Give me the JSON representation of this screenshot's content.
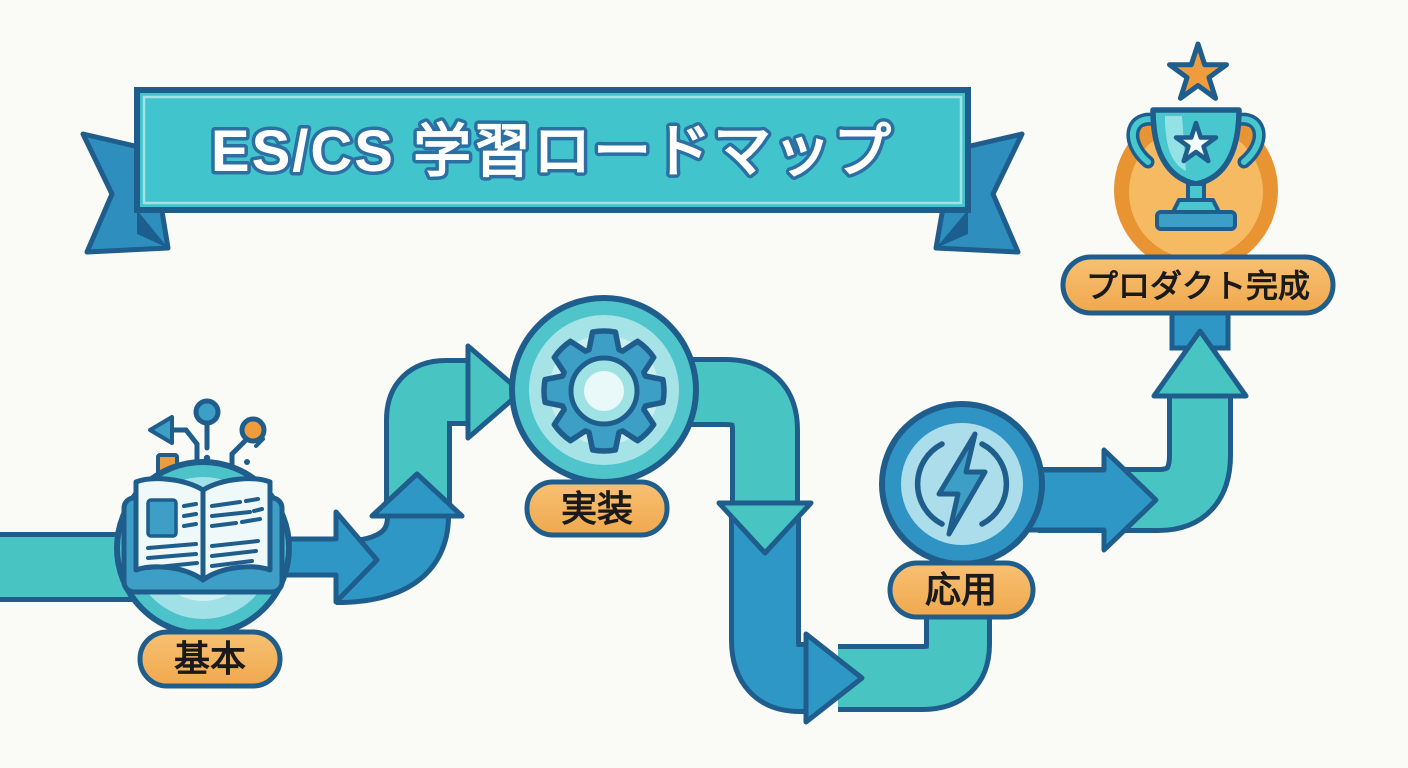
{
  "banner": {
    "title": "ES/CS 学習ロードマップ"
  },
  "stages": [
    {
      "label": "基本",
      "icon": "open-book-icon"
    },
    {
      "label": "実装",
      "icon": "gear-icon"
    },
    {
      "label": "応用",
      "icon": "lightning-bolt-icon"
    },
    {
      "label": "プロダクト完成",
      "icon": "trophy-icon"
    }
  ],
  "colors": {
    "background": "#FAFAF6",
    "outline_navy": "#1F5E8C",
    "pipe_teal": "#48C5C2",
    "banner_teal": "#41C4CB",
    "arrow_blue": "#2F97C6",
    "ribbon_blue": "#2E8EBE",
    "accent_orange": "#F09C3C",
    "pill_orange": "#F5B25A"
  }
}
